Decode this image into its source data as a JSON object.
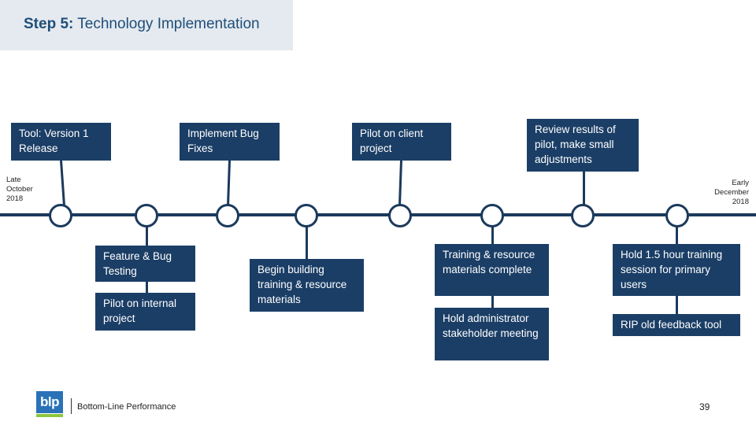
{
  "header": {
    "step_label": "Step 5:",
    "title": "Technology Implementation"
  },
  "timeline": {
    "start_date": [
      "Late",
      "October",
      "2018"
    ],
    "end_date": [
      "Early",
      "December",
      "2018"
    ]
  },
  "milestones": {
    "above_1": "Tool: Version 1 Release",
    "above_2": "Implement Bug Fixes",
    "above_3": "Pilot on client project",
    "above_4": "Review results of pilot, make small adjustments",
    "below_1a": "Feature & Bug Testing",
    "below_1b": "Pilot on internal project",
    "below_2": "Begin building training & resource materials",
    "below_3a": "Training & resource materials complete",
    "below_3b": "Hold administrator stakeholder meeting",
    "below_4a": "Hold 1.5 hour training session for primary users",
    "below_4b": "RIP old feedback tool"
  },
  "footer": {
    "logo_text": "blp",
    "company": "Bottom-Line Performance",
    "page_number": "39"
  },
  "colors": {
    "box": "#1b3e66",
    "line": "#1b3a5c",
    "title_band": "#e5eaf0",
    "title_text": "#1f4e79",
    "logo_blue": "#2a72b8",
    "logo_green": "#8dc63f"
  }
}
